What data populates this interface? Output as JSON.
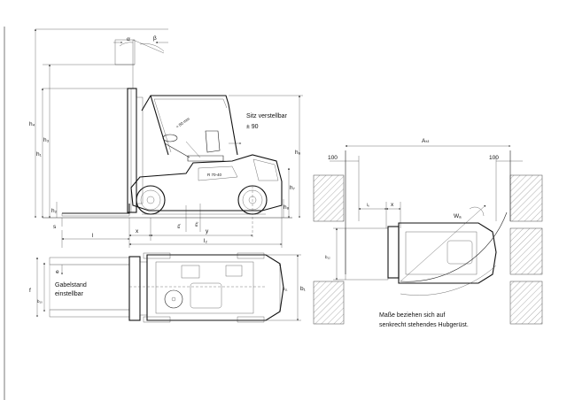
{
  "labels": {
    "alpha": "α",
    "beta": "β",
    "h4": "h₄",
    "h3": "h₃",
    "h1": "h₁",
    "h2": "h₂",
    "h6": "h₆",
    "h7": "h₇",
    "h8": "h₈",
    "s": "s",
    "l": "l",
    "x": "x",
    "y": "y",
    "l2": "l₂",
    "m1": "m₁",
    "m2": "m₂",
    "e": "e",
    "f": "f",
    "b10": "b₁₀",
    "b11": "b₁₁",
    "b1": "b₁",
    "b12": "b₁₂",
    "l6": "l₆",
    "ast": "Aₛₜ",
    "wa": "Wₐ",
    "seat_note_line1": "Sitz verstellbar",
    "seat_note_line2": "± 90",
    "angle_note": "≈ 80 mm",
    "fork_note_line1": "Gabelstand",
    "fork_note_line2": "einstellbar",
    "clearance_left": "100",
    "clearance_right": "100",
    "footnote_line1": "Maße beziehen sich auf",
    "footnote_line2": "senkrecht stehendes Hubgerüst.",
    "truck_badge": "R 70-40"
  }
}
